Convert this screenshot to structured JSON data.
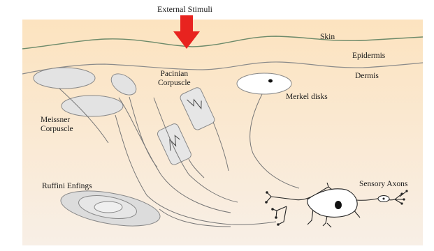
{
  "diagram": {
    "labels": {
      "external_stimuli": "External Stimuli",
      "skin": "Skin",
      "epidermis": "Epidermis",
      "dermis": "Dermis",
      "pacinian_line1": "Pacinian",
      "pacinian_line2": "Corpuscle",
      "merkel": "Merkel disks",
      "meissner_line1": "Meissner",
      "meissner_line2": "Corpuscle",
      "ruffini": "Ruffini Enfings",
      "sensory_axons": "Sensory Axons"
    },
    "colors": {
      "skin_top": "#fbe6c9",
      "skin_bottom": "#f6dfbf",
      "arrow": "#e8231f",
      "line": "#6b6b6b",
      "corpuscle_fill": "#e2e2e2",
      "corpuscle_edge": "#8a8a8a"
    }
  }
}
